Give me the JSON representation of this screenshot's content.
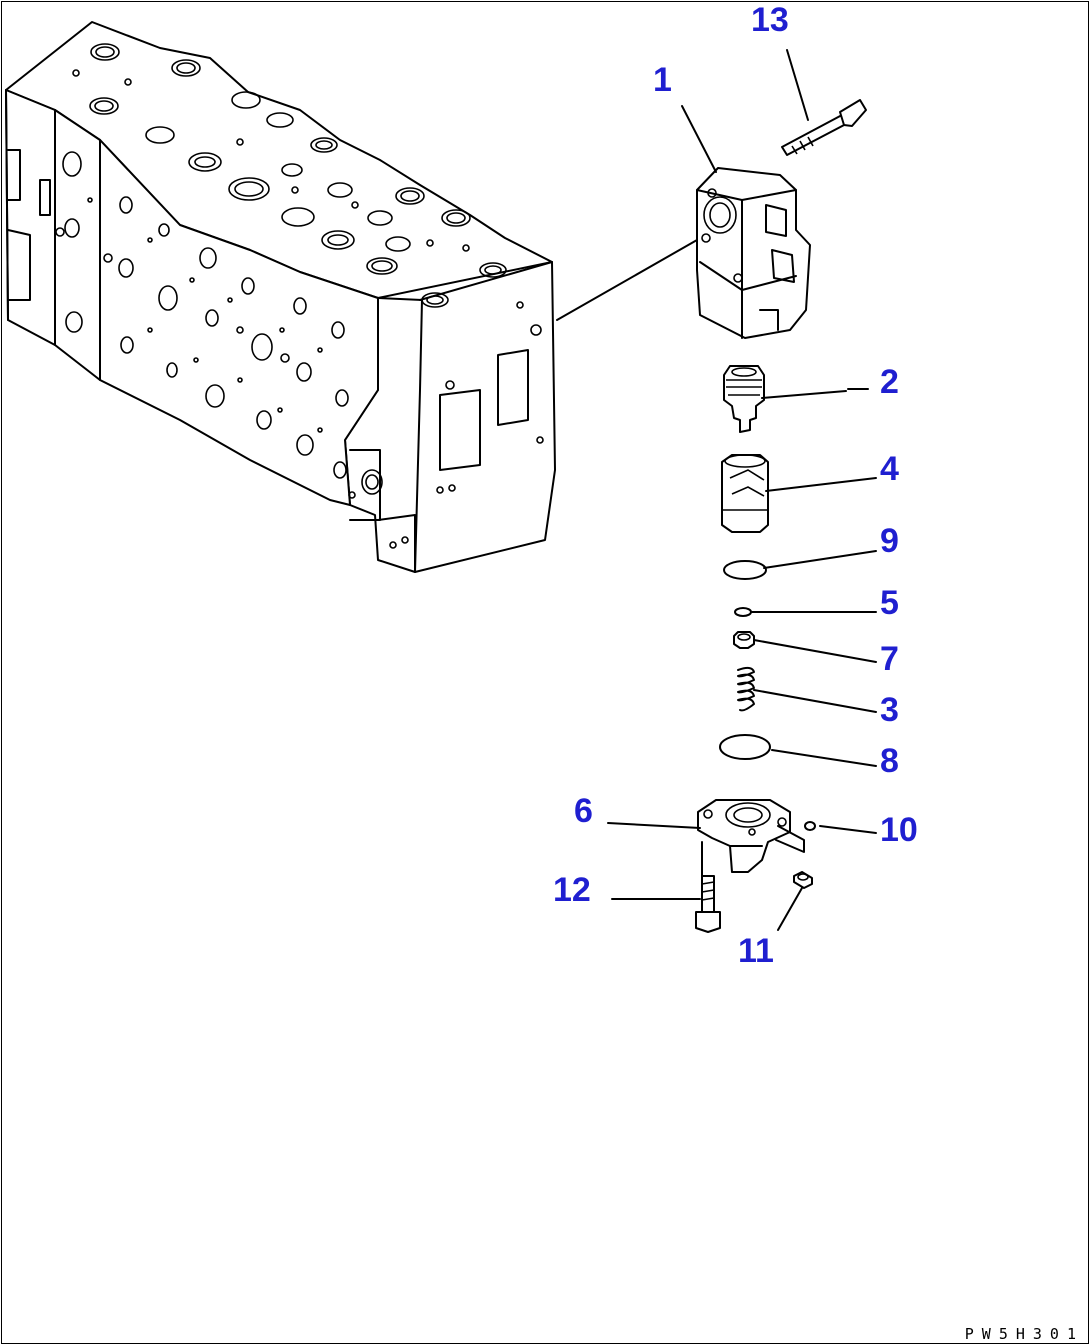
{
  "diagram": {
    "callouts": [
      {
        "id": "13",
        "label": "13"
      },
      {
        "id": "1",
        "label": "1"
      },
      {
        "id": "2",
        "label": "2"
      },
      {
        "id": "4",
        "label": "4"
      },
      {
        "id": "9",
        "label": "9"
      },
      {
        "id": "5",
        "label": "5"
      },
      {
        "id": "7",
        "label": "7"
      },
      {
        "id": "3",
        "label": "3"
      },
      {
        "id": "8",
        "label": "8"
      },
      {
        "id": "6",
        "label": "6"
      },
      {
        "id": "10",
        "label": "10"
      },
      {
        "id": "12",
        "label": "12"
      },
      {
        "id": "11",
        "label": "11"
      }
    ],
    "drawing_code": "PW5H301",
    "callout_color": "#1f1fd0"
  }
}
